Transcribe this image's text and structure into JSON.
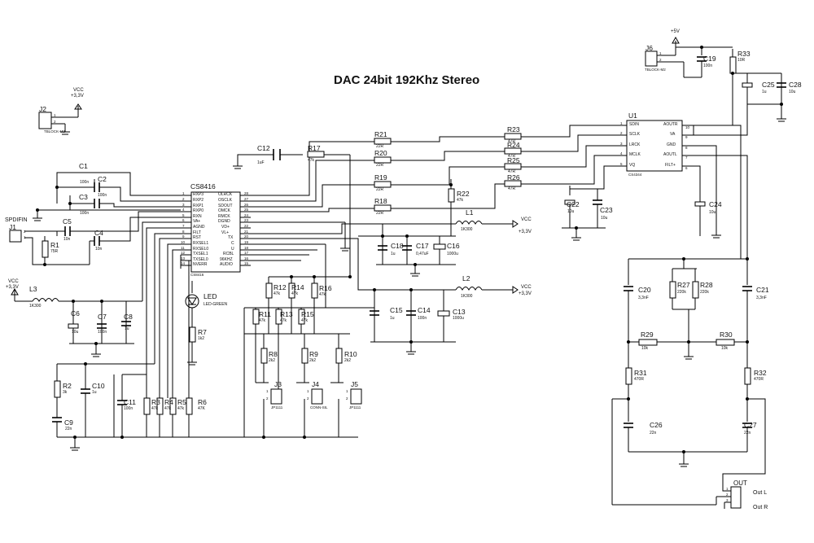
{
  "title": "DAC 24bit 192Khz Stereo",
  "cs8416": {
    "ref": "CS8416",
    "part": "CS8416",
    "left_pins": [
      "RXP3",
      "RXP2",
      "RXP1",
      "RXP0",
      "RXN",
      "VA+",
      "AGND",
      "FILT",
      "RST",
      "RXSEL1",
      "RXSEL0",
      "TXSEL1",
      "TXSEL0",
      "NVERR"
    ],
    "left_nums": [
      "1",
      "2",
      "3",
      "4",
      "5",
      "6",
      "7",
      "8",
      "9",
      "10",
      "11",
      "12",
      "13",
      "14"
    ],
    "right_pins": [
      "OLRCK",
      "OSCLK",
      "SDOUT",
      "OMCK",
      "RMCK",
      "DGND",
      "VD+",
      "VL+",
      "TX",
      "C",
      "U",
      "RCBL",
      "96KHZ",
      "AUDIO"
    ],
    "right_nums": [
      "28",
      "27",
      "26",
      "25",
      "24",
      "23",
      "22",
      "21",
      "20",
      "19",
      "18",
      "17",
      "16",
      "15"
    ]
  },
  "cs4344": {
    "ref": "U1",
    "part": "CS4344",
    "left_pins": [
      "SDIN",
      "SCLK",
      "LRCK",
      "MCLK",
      "VQ"
    ],
    "left_nums": [
      "1",
      "2",
      "3",
      "4",
      "5"
    ],
    "right_pins": [
      "AOUTR",
      "VA",
      "GND",
      "AOUTL",
      "FILT+"
    ],
    "right_nums": [
      "10",
      "9",
      "8",
      "7",
      "6"
    ]
  },
  "connectors": {
    "j1": {
      "ref": "J1",
      "title": "SPDIFIN",
      "pins": [
        "2",
        "1"
      ]
    },
    "j2": {
      "ref": "J2",
      "part": "TBLOCK-M2",
      "pins": [
        "1",
        "2"
      ]
    },
    "j6": {
      "ref": "J6",
      "part": "TBLOCK-M2",
      "pins": [
        "1",
        "2"
      ]
    },
    "j3": {
      "ref": "J3",
      "part": "JP1111",
      "pins": [
        "1",
        "2"
      ]
    },
    "j4": {
      "ref": "J4",
      "part": "CONN-SIL",
      "pins": [
        "1",
        "2"
      ]
    },
    "j5": {
      "ref": "J5",
      "part": "JP1111",
      "pins": [
        "1",
        "2"
      ]
    },
    "out": {
      "ref": "OUT",
      "pins": [
        "1",
        "2",
        "3"
      ],
      "labels": [
        "Out L",
        "Out R"
      ]
    }
  },
  "power": {
    "vcc": "VCC",
    "v33": "+3,3V",
    "v5": "+5V"
  },
  "inductors": [
    {
      "ref": "L1",
      "value": "1K300"
    },
    {
      "ref": "L2",
      "value": "1K300"
    },
    {
      "ref": "L3",
      "value": "1K300"
    }
  ],
  "led": {
    "ref": "LED",
    "value": "LED-GREEN"
  },
  "resistors": {
    "R1": "75R",
    "R2": "3k",
    "R3": "47k",
    "R4": "47k",
    "R5": "47k",
    "R6": "47K",
    "R7": "1k2",
    "R8": "2k2",
    "R9": "2k2",
    "R10": "2k2",
    "R11": "47k",
    "R12": "47k",
    "R13": "47k",
    "R14": "47k",
    "R15": "47k",
    "R16": "47k",
    "R17": "47k",
    "R18": "22R",
    "R19": "22R",
    "R20": "22R",
    "R21": "22R",
    "R22": "47k",
    "R23": "47R",
    "R24": "47R",
    "R25": "47R",
    "R26": "47R",
    "R27": "220k",
    "R28": "220k",
    "R29": "10k",
    "R30": "10k",
    "R31": "470R",
    "R32": "470R",
    "R33": "10R"
  },
  "capacitors": {
    "C1": "100n",
    "C2": "100n",
    "C3": "100n",
    "C4": "10n",
    "C5": "10n",
    "C6": "10u",
    "C7": "100n",
    "C8": "1u",
    "C9": "22n",
    "C10": "1u",
    "C11": "100n",
    "C12": "1uF",
    "C13": "1000u",
    "C14": "100n",
    "C15": "1u",
    "C16": "1000u",
    "C17": "0,47uF",
    "C18": "1u",
    "C19": "100n",
    "C20": "3,3nF",
    "C21": "3,3nF",
    "C22": "10u",
    "C23": "10u",
    "C24": "10u",
    "C25": "1u",
    "C26": "22n",
    "C27": "22n",
    "C28": "10u"
  }
}
